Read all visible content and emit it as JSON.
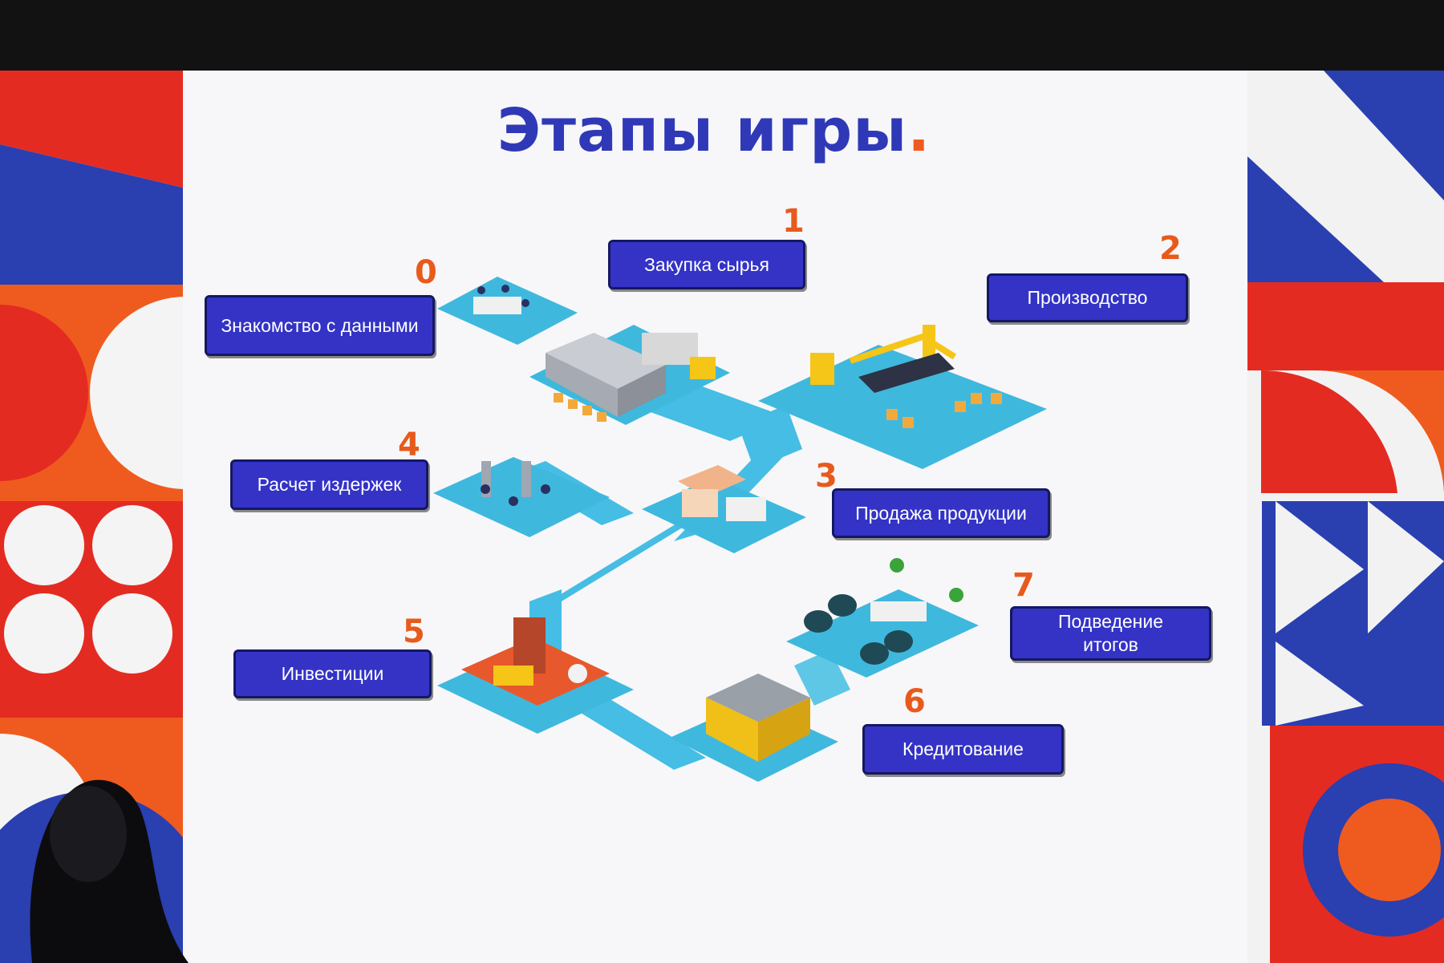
{
  "slide": {
    "title": "Этапы игры",
    "title_dot": ".",
    "colors": {
      "title": "#2f39b7",
      "number": "#e85a1c",
      "box": "#3433c6",
      "platform": "#3fb8de",
      "accent_red": "#e23a2a",
      "accent_orange": "#ef5b1f",
      "accent_blue": "#2a3fb0"
    }
  },
  "stages": [
    {
      "num": "0",
      "label": "Знакомство с данными"
    },
    {
      "num": "1",
      "label": "Закупка сырья"
    },
    {
      "num": "2",
      "label": "Производство"
    },
    {
      "num": "3",
      "label": "Продажа продукции"
    },
    {
      "num": "4",
      "label": "Расчет издержек"
    },
    {
      "num": "5",
      "label": "Инвестиции"
    },
    {
      "num": "6",
      "label": "Кредитование"
    },
    {
      "num": "7",
      "label": "Подведение итогов"
    }
  ]
}
